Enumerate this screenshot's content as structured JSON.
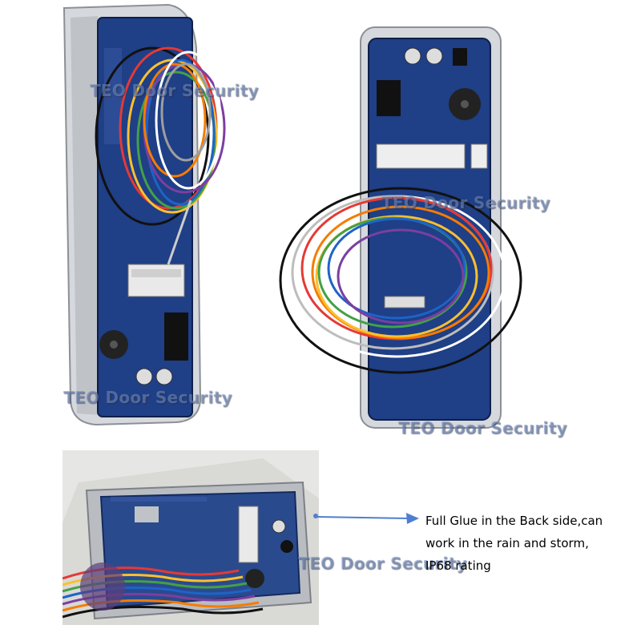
{
  "watermark": {
    "text": "TEO Door Security"
  },
  "caption": {
    "line1": "Full Glue in the Back side,can",
    "line2": "work in the rain and storm,",
    "line3": "IP68 rating"
  },
  "colors": {
    "pcb_blue": "#1f3f86",
    "metal_frame": "#c9ccd1",
    "arrow_blue": "#4f7fd0",
    "watermark": "#7896c8"
  },
  "photos": [
    {
      "subject": "left-keypad-back-with-wires"
    },
    {
      "subject": "right-keypad-back-with-wires"
    },
    {
      "subject": "glued-back-panel-closeup"
    }
  ]
}
